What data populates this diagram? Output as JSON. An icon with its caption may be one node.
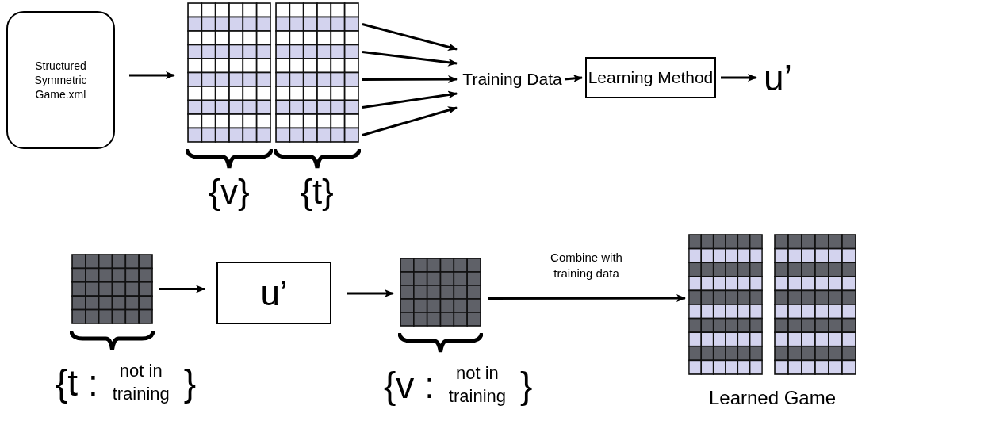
{
  "diagram": {
    "nodes": [
      {
        "text": [
          "Structured Symmetric Game.xml"
        ]
      },
      {
        "text": [],
        "shape": "grid",
        "beside": [
          "{v}"
        ]
      },
      {
        "text": [],
        "shape": "grid",
        "beside": [
          "{t}"
        ]
      },
      {
        "text": [
          "Training Data"
        ]
      },
      {
        "text": [
          "Learning Method"
        ]
      },
      {
        "text": [
          "u’"
        ]
      },
      {
        "text": [],
        "shape": "grid",
        "beside": [
          "{t :",
          "not in training",
          "}"
        ]
      },
      {
        "text": [
          "u’"
        ]
      },
      {
        "text": [],
        "shape": "grid",
        "beside": [
          "{v :",
          "not in training",
          "}"
        ]
      },
      {
        "text": [
          "Learned Game"
        ]
      },
      {
        "text": [],
        "shape": "grid",
        "in": 9
      },
      {
        "text": [],
        "shape": "grid",
        "in": 9
      }
    ],
    "edges": [
      {
        "from": 0,
        "to": 1,
        "arrow": "to"
      },
      {
        "from": 2,
        "to": 3,
        "arrow": "to"
      },
      {
        "from": 2,
        "to": 3,
        "arrow": "to"
      },
      {
        "from": 2,
        "to": 3,
        "arrow": "to"
      },
      {
        "from": 2,
        "to": 3,
        "arrow": "to"
      },
      {
        "from": 2,
        "to": 3,
        "arrow": "to"
      },
      {
        "from": 3,
        "to": 4,
        "arrow": "to"
      },
      {
        "from": 4,
        "to": 5,
        "arrow": "to"
      },
      {
        "from": 6,
        "to": 7,
        "arrow": "to"
      },
      {
        "from": 7,
        "to": 8,
        "arrow": "to"
      },
      {
        "from": 8,
        "to": 9,
        "arrow": "to",
        "label": "Combine with training data"
      }
    ]
  }
}
